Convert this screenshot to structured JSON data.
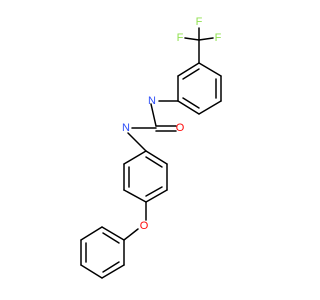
{
  "molecule": {
    "atoms": {
      "F1": {
        "symbol": "F",
        "color": "#90e050"
      },
      "F2": {
        "symbol": "F",
        "color": "#90e050"
      },
      "F3": {
        "symbol": "F",
        "color": "#90e050"
      },
      "N1": {
        "symbol": "N",
        "color": "#3050f8"
      },
      "N2": {
        "symbol": "N",
        "color": "#3050f8"
      },
      "O1": {
        "symbol": "O",
        "color": "#ff0d0d"
      },
      "O2": {
        "symbol": "O",
        "color": "#ff0d0d"
      }
    },
    "colors": {
      "bond": "#000000",
      "background": "#ffffff"
    }
  }
}
